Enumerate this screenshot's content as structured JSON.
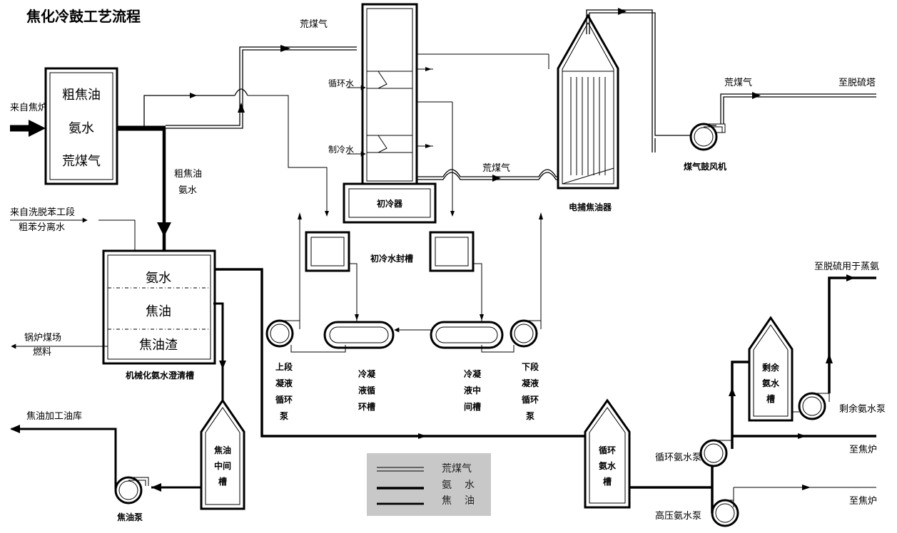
{
  "title": "焦化冷鼓工艺流程",
  "labels": {
    "raw_gas_top": "荒煤气",
    "from_coke_oven": "来自焦炉",
    "circulating_water": "循环水",
    "chilled_water": "制冷水",
    "raw_gas_mid": "荒煤气",
    "raw_gas_right": "荒煤气",
    "to_desulfurization_tower": "至脱硫塔",
    "crude_tar": "粗焦油",
    "ammonia_water": "氨水",
    "from_debenzol_line1": "来自洗脱苯工段",
    "from_debenzol_line2": "粗苯分离水",
    "boiler_fuel_line1": "锅炉煤场",
    "boiler_fuel_line2": "燃料",
    "tar_to_depot": "焦油加工油库",
    "to_desulf_ammonia": "至脱硫用于蒸氨",
    "residual_pump": "剩余氨水泵",
    "circ_pump": "循环氨水泵",
    "hp_pump": "高压氨水泵",
    "to_oven1": "至焦炉",
    "to_oven2": "至焦炉"
  },
  "equipment": {
    "inlet_box": [
      "粗焦油",
      "氨水",
      "荒煤气"
    ],
    "primary_cooler": "初冷器",
    "precipitator": "电捕焦油器",
    "blower": "煤气鼓风机",
    "clarifier_layers": [
      "氨水",
      "焦油",
      "焦油渣"
    ],
    "clarifier": "机械化氨水澄清槽",
    "seal_tank": "初冷水封槽",
    "upper_pump": [
      "上段",
      "凝液",
      "循环",
      "泵"
    ],
    "condensate_circ_tank": [
      "冷凝",
      "液循",
      "环槽"
    ],
    "condensate_mid_tank": [
      "冷凝",
      "液中",
      "间槽"
    ],
    "lower_pump": [
      "下段",
      "凝液",
      "循环",
      "泵"
    ],
    "tar_mid_tank": [
      "焦油",
      "中间",
      "槽"
    ],
    "tar_pump": "焦油泵",
    "circ_ammonia_tank": [
      "循环",
      "氨水",
      "槽"
    ],
    "residual_ammonia_tank": [
      "剩余",
      "氨水",
      "槽"
    ]
  },
  "legend": [
    {
      "type": "gas",
      "line1": "荒煤气",
      "line2": ""
    },
    {
      "type": "ammonia",
      "line1": "氨",
      "line2": "水"
    },
    {
      "type": "tar",
      "line1": "焦",
      "line2": "油"
    }
  ]
}
